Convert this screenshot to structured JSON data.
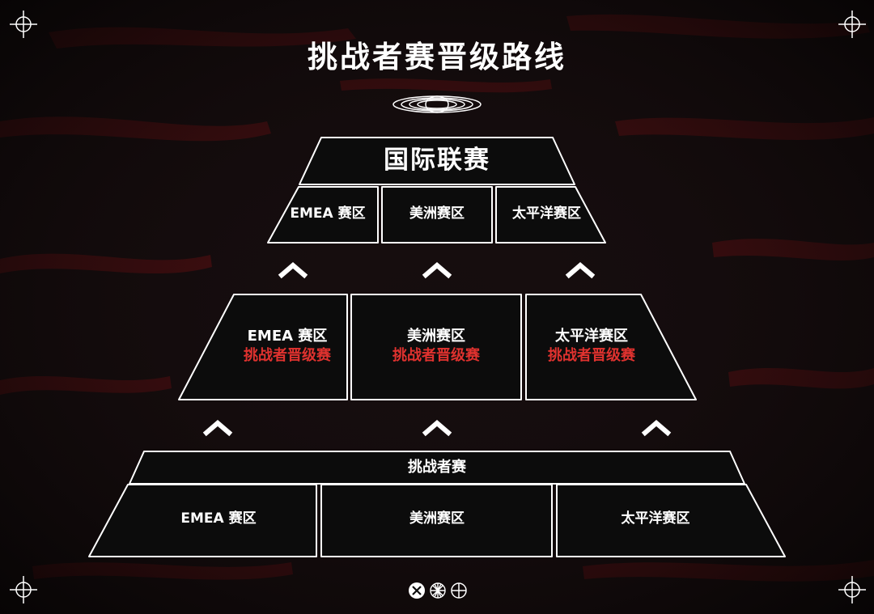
{
  "title": "挑战者赛晋级路线",
  "tiers": {
    "international": {
      "label": "国际联赛",
      "regions": [
        "EMEA 赛区",
        "美洲赛区",
        "太平洋赛区"
      ]
    },
    "ascension": {
      "regions": [
        "EMEA 赛区",
        "美洲赛区",
        "太平洋赛区"
      ],
      "sublabel": "挑战者晋级赛"
    },
    "challengers": {
      "label": "挑战者赛",
      "regions": [
        "EMEA 赛区",
        "美洲赛区",
        "太平洋赛区"
      ]
    }
  },
  "colors": {
    "background": "#150d0e",
    "panel": "#0c0c0c",
    "outline": "#ffffff",
    "accent_red": "#e0322f",
    "texture_red": "#7a1013"
  },
  "icons": [
    "eye-emblem-icon",
    "crosshair-corner-icon",
    "up-chevron-icon",
    "valorant-logo-icon",
    "radial-logo-icon",
    "crosshair-logo-icon"
  ]
}
